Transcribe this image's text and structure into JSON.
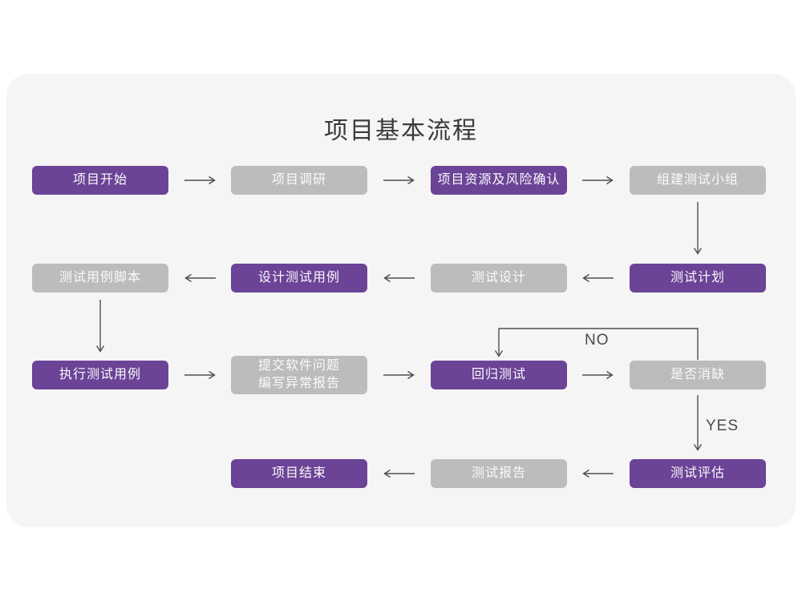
{
  "title": "项目基本流程",
  "connector_labels": {
    "no": "NO",
    "yes": "YES"
  },
  "colors": {
    "node_purple": "#6b4397",
    "node_gray": "#bcbcbc",
    "node_text": "#fafafa",
    "arrow": "#4f4f4f",
    "label_text": "#4a4a4a",
    "title_text": "#3b3b3b",
    "card_bg": "#f5f5f6",
    "page_bg": "#ffffff"
  },
  "nodes": {
    "start": {
      "label": "项目开始",
      "variant": "purple"
    },
    "research": {
      "label": "项目调研",
      "variant": "gray"
    },
    "risk": {
      "label": "项目资源及风险确认",
      "variant": "purple"
    },
    "team": {
      "label": "组建测试小组",
      "variant": "gray"
    },
    "case_script": {
      "label": "测试用例脚本",
      "variant": "gray"
    },
    "case_design": {
      "label": "设计测试用例",
      "variant": "purple"
    },
    "design": {
      "label": "测试设计",
      "variant": "gray"
    },
    "plan": {
      "label": "测试计划",
      "variant": "purple"
    },
    "execute": {
      "label": "执行测试用例",
      "variant": "purple"
    },
    "submit": {
      "label_line1": "提交软件问题",
      "label_line2": "编写异常报告",
      "variant": "gray"
    },
    "regression": {
      "label": "回归测试",
      "variant": "purple"
    },
    "defect": {
      "label": "是否消缺",
      "variant": "gray"
    },
    "evaluate": {
      "label": "测试评估",
      "variant": "purple"
    },
    "report": {
      "label": "测试报告",
      "variant": "gray"
    },
    "end": {
      "label": "项目结束",
      "variant": "purple"
    }
  },
  "edges": [
    {
      "from": "start",
      "to": "research"
    },
    {
      "from": "research",
      "to": "risk"
    },
    {
      "from": "risk",
      "to": "team"
    },
    {
      "from": "team",
      "to": "plan"
    },
    {
      "from": "plan",
      "to": "design"
    },
    {
      "from": "design",
      "to": "case_design"
    },
    {
      "from": "case_design",
      "to": "case_script"
    },
    {
      "from": "case_script",
      "to": "execute"
    },
    {
      "from": "execute",
      "to": "submit"
    },
    {
      "from": "submit",
      "to": "regression"
    },
    {
      "from": "regression",
      "to": "defect"
    },
    {
      "from": "defect",
      "to": "regression",
      "label": "NO"
    },
    {
      "from": "defect",
      "to": "evaluate",
      "label": "YES"
    },
    {
      "from": "evaluate",
      "to": "report"
    },
    {
      "from": "report",
      "to": "end"
    }
  ]
}
